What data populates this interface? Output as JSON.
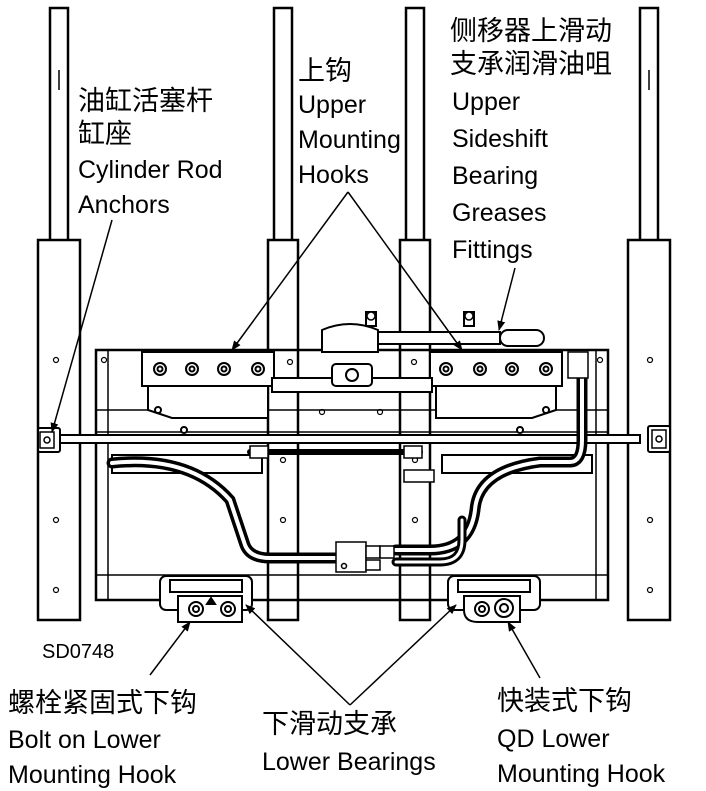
{
  "figure_id": "SD0748",
  "labels": {
    "cylinder_anchors": {
      "zh_1": "油缸活塞杆",
      "zh_2": "缸座",
      "en_1": "Cylinder Rod",
      "en_2": "Anchors"
    },
    "upper_hooks": {
      "zh": "上钩",
      "en_1": "Upper",
      "en_2": "Mounting",
      "en_3": "Hooks"
    },
    "grease_fittings": {
      "zh_1": "侧移器上滑动",
      "zh_2": "支承润滑油咀",
      "en_1": "Upper",
      "en_2": "Sideshift",
      "en_3": "Bearing",
      "en_4": "Greases",
      "en_5": "Fittings"
    },
    "bolt_on_hook": {
      "zh": "螺栓紧固式下钩",
      "en_1": "Bolt on Lower",
      "en_2": "Mounting Hook"
    },
    "lower_bearings": {
      "zh": "下滑动支承",
      "en": "Lower Bearings"
    },
    "qd_hook": {
      "zh": "快装式下钩",
      "en_1": "QD Lower",
      "en_2": "Mounting Hook"
    }
  }
}
